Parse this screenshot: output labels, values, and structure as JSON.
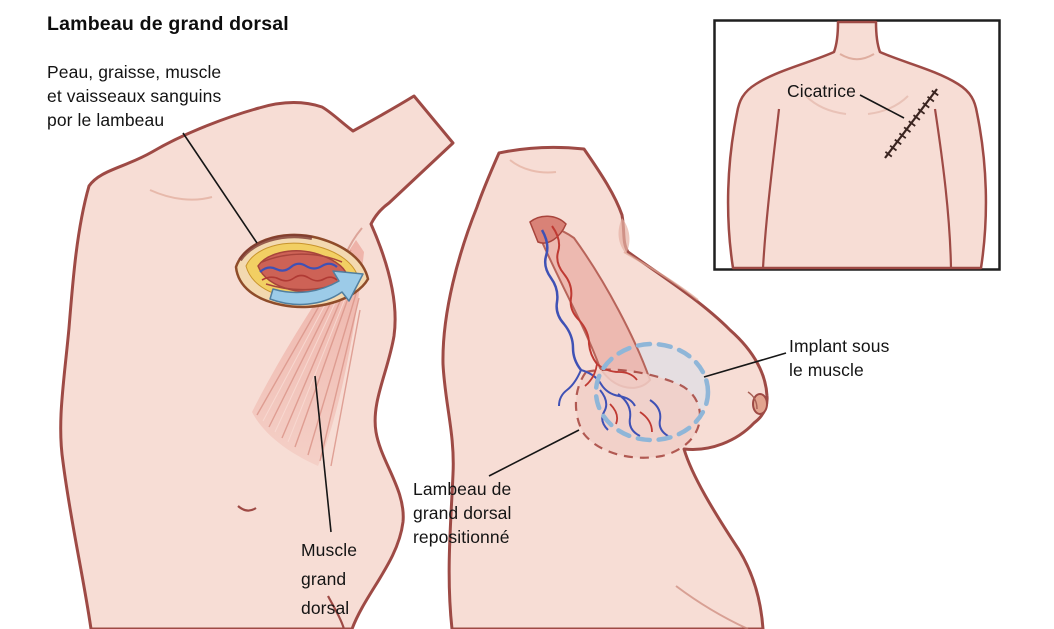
{
  "title": "Lambeau de grand dorsal",
  "labels": {
    "flap_source": "Peau, graisse, muscle\net vaisseaux sanguins\npor le lambeau",
    "muscle": "Muscle\ngrand\ndorsal",
    "flap_repositioned": "Lambeau de\ngrand dorsal\nrepositionné",
    "implant": "Implant sous\nle muscle",
    "scar": "Cicatrice"
  },
  "colors": {
    "background": "#ffffff",
    "skin": "#f7ddd5",
    "body_outline": "#9e4a45",
    "muscle_pink": "#eeb0a6",
    "muscle_striation": "#db958a",
    "flap_fat_yellow": "#f2cf63",
    "flap_muscle_red": "#cd6256",
    "vessel_blue": "#3f51b5",
    "vessel_red": "#bf3a33",
    "arrow_blue": "#9ccbe8",
    "implant_dash_blue": "#8fb6d8",
    "scar_color": "#3a2420",
    "label_text": "#141414",
    "inset_border": "#1f1f1f"
  }
}
